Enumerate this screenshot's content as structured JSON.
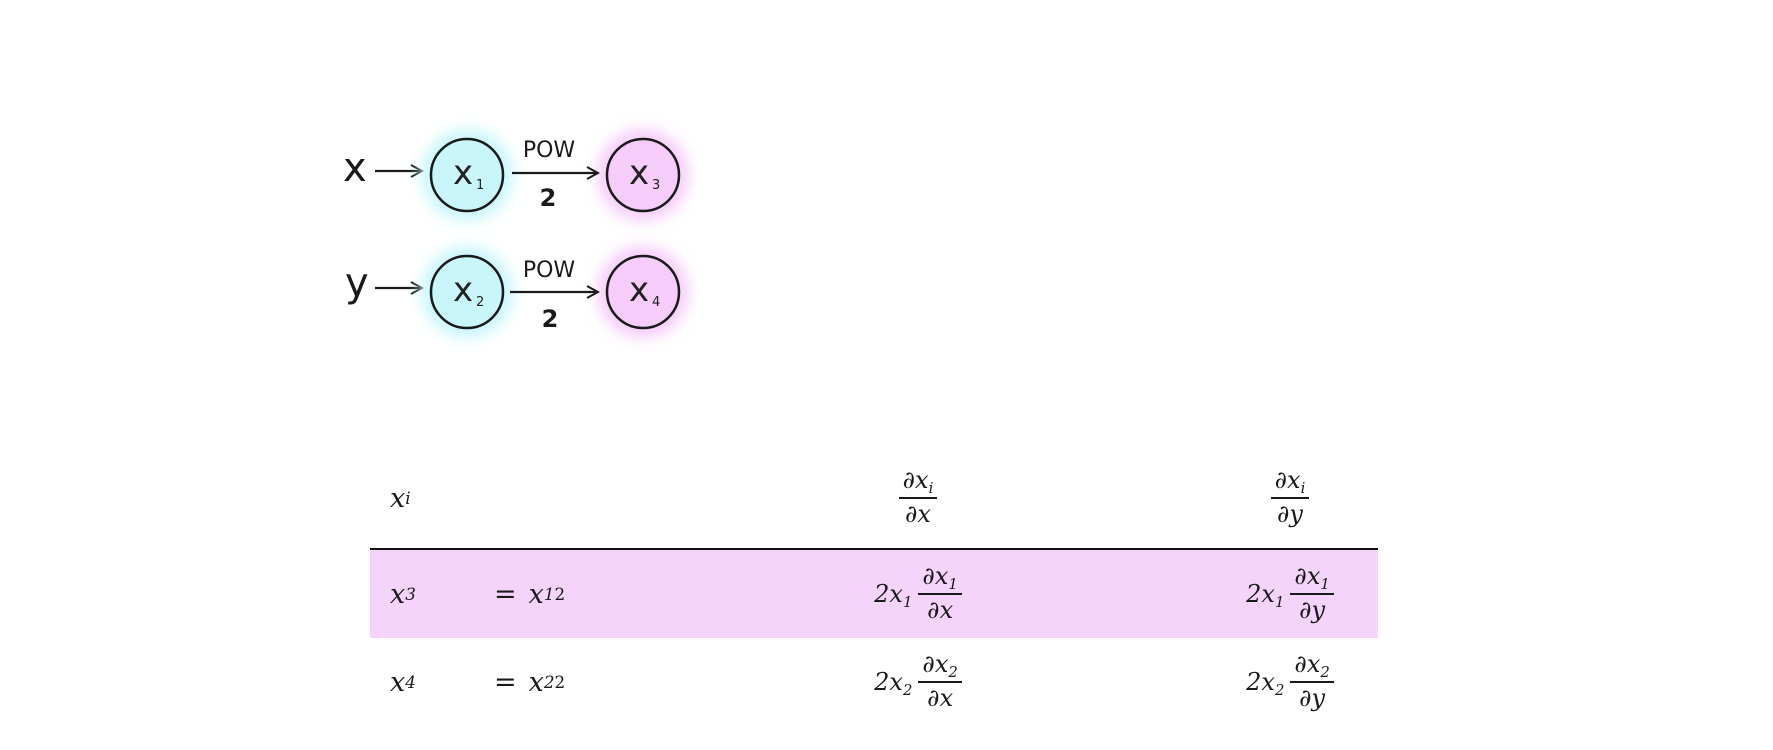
{
  "graph": {
    "inputs": [
      {
        "label": "x",
        "target": "x1"
      },
      {
        "label": "y",
        "target": "x2"
      }
    ],
    "nodes": [
      {
        "id": "x1",
        "label": "x",
        "sub": "1",
        "color": "#c9f6fb"
      },
      {
        "id": "x2",
        "label": "x",
        "sub": "2",
        "color": "#c9f6fb"
      },
      {
        "id": "x3",
        "label": "x",
        "sub": "3",
        "color": "#f6cdfa"
      },
      {
        "id": "x4",
        "label": "x",
        "sub": "4",
        "color": "#f6cdfa"
      }
    ],
    "edges": [
      {
        "from": "x1",
        "to": "x3",
        "op": "POW",
        "param": "2"
      },
      {
        "from": "x2",
        "to": "x4",
        "op": "POW",
        "param": "2"
      }
    ]
  },
  "table": {
    "header": {
      "var": "x",
      "var_sub": "i",
      "dx_num": "∂x",
      "dx_num_sub": "i",
      "dx_den": "∂x",
      "dy_num": "∂x",
      "dy_num_sub": "i",
      "dy_den": "∂y"
    },
    "rows": [
      {
        "var": "x",
        "var_sub": "3",
        "eq": "=",
        "base": "x",
        "base_sub": "1",
        "exp": "2",
        "dx_coef": "2x",
        "dx_coef_sub": "1",
        "dx_num": "∂x",
        "dx_num_sub": "1",
        "dx_den": "∂x",
        "dy_coef": "2x",
        "dy_coef_sub": "1",
        "dy_num": "∂x",
        "dy_num_sub": "1",
        "dy_den": "∂y"
      },
      {
        "var": "x",
        "var_sub": "4",
        "eq": "=",
        "base": "x",
        "base_sub": "2",
        "exp": "2",
        "dx_coef": "2x",
        "dx_coef_sub": "2",
        "dx_num": "∂x",
        "dx_num_sub": "2",
        "dx_den": "∂x",
        "dy_coef": "2x",
        "dy_coef_sub": "2",
        "dy_num": "∂x",
        "dy_num_sub": "2",
        "dy_den": "∂y"
      }
    ],
    "highlight_color": "#f4d4fb"
  }
}
